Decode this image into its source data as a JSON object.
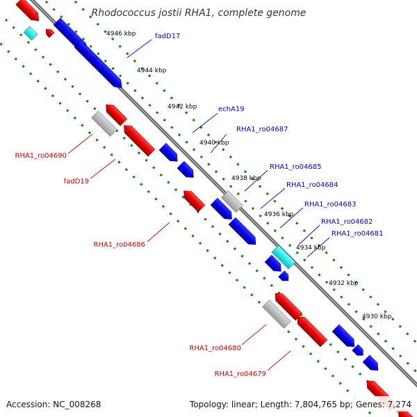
{
  "map": {
    "title": "Rhodococcus jostii RHA1, complete genome",
    "footer": {
      "accession": "Accession: NC_008268",
      "summary": "Topology: linear; Length: 7,804,765 bp; Genes: 7,274"
    },
    "ticks": [
      "4946 kbp",
      "4944 kbp",
      "4942 kbp",
      "4940 kbp",
      "4938 kbp",
      "4936 kbp",
      "4934 kbp",
      "4932 kbp",
      "4930 kbp"
    ],
    "labels": {
      "fadD17": "fadD17",
      "echA19": "echA19",
      "ro04687": "RHA1_ro04687",
      "ro04685": "RHA1_ro04685",
      "ro04684": "RHA1_ro04684",
      "ro04683": "RHA1_ro04683",
      "ro04682": "RHA1_ro04682",
      "ro04681": "RHA1_ro04681",
      "ro04690": "RHA1_ro04690",
      "fadD19": "fadD19",
      "ro04686": "RHA1_ro04686",
      "ro04680": "RHA1_ro04680",
      "ro04679": "RHA1_ro04679"
    },
    "colors": {
      "forward": "#0000e6",
      "reverse": "#e60000",
      "rna": "#00e6e6",
      "pseudo": "#b4b4b4",
      "backbone": "#8c8c8c",
      "frame_dots": "#008000"
    }
  }
}
